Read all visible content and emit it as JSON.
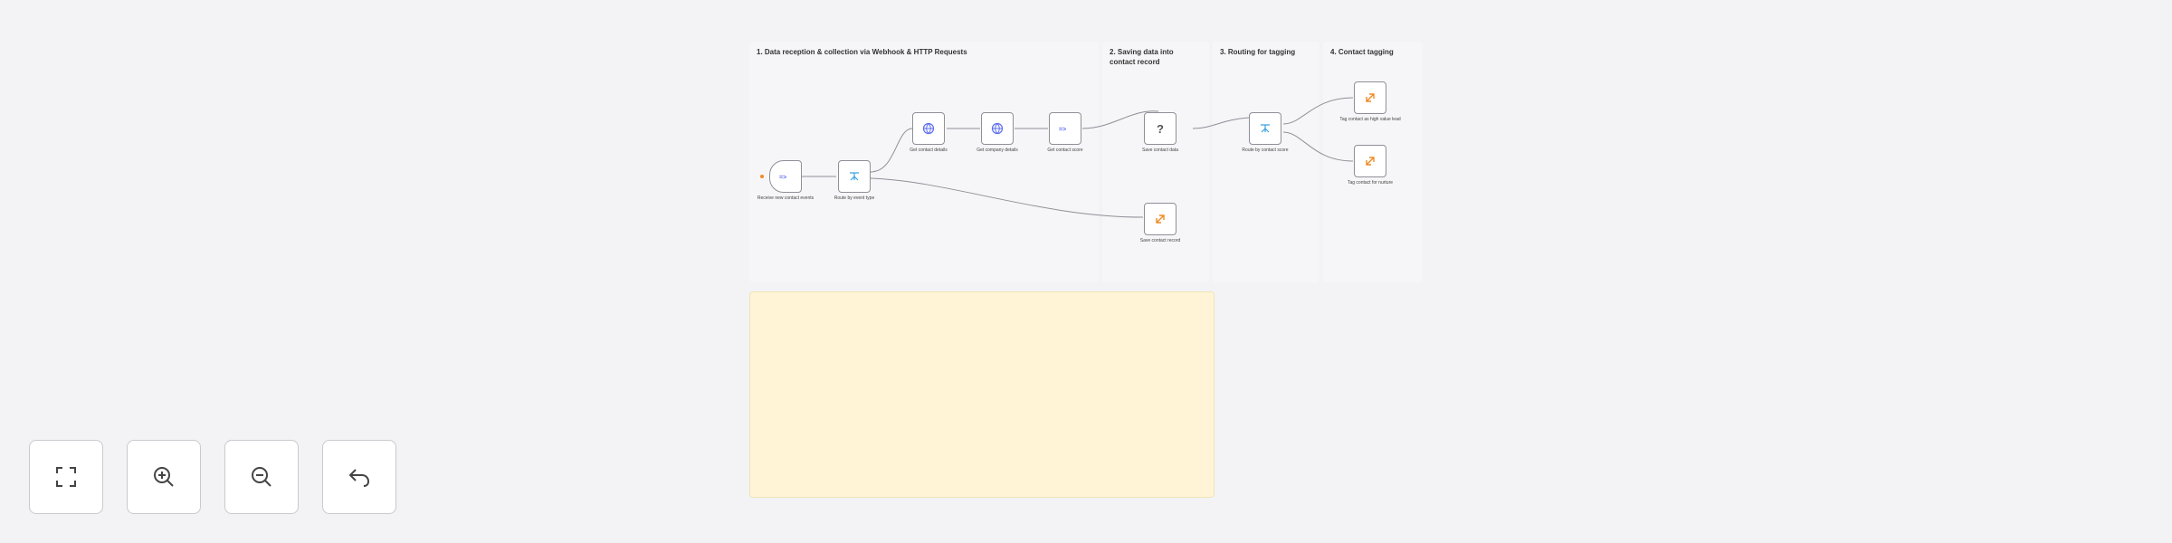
{
  "groups": [
    {
      "title": "1. Data reception & collection via Webhook & HTTP Requests"
    },
    {
      "title": "2. Saving data into contact record"
    },
    {
      "title": "3. Routing for tagging"
    },
    {
      "title": "4. Contact tagging"
    }
  ],
  "nodes": {
    "webhook": {
      "label": "Receive new contact events",
      "sub": "",
      "icon": "webhook-icon"
    },
    "route1": {
      "label": "Route by event type",
      "sub": "",
      "icon": "switch-icon"
    },
    "http1": {
      "label": "Get contact details",
      "sub": "",
      "icon": "globe-icon"
    },
    "http2": {
      "label": "Get company details",
      "sub": "",
      "icon": "globe-icon"
    },
    "code": {
      "label": "Get contact score",
      "sub": "",
      "icon": "code-icon"
    },
    "question": {
      "label": "Save contact data",
      "sub": "",
      "icon": "question-icon"
    },
    "save": {
      "label": "Save contact record",
      "sub": "",
      "icon": "bolt-icon"
    },
    "route2": {
      "label": "Route by contact score",
      "sub": "",
      "icon": "switch-icon"
    },
    "tag1": {
      "label": "Tag contact as high value lead",
      "sub": "",
      "icon": "bolt-icon"
    },
    "tag2": {
      "label": "Tag contact for nurture",
      "sub": "",
      "icon": "bolt-icon"
    }
  },
  "note": {
    "title": "",
    "sections": []
  },
  "controls": [
    {
      "name": "fit-view-button",
      "icon": "fit-icon"
    },
    {
      "name": "zoom-in-button",
      "icon": "zoom-in-icon"
    },
    {
      "name": "zoom-out-button",
      "icon": "zoom-out-icon"
    },
    {
      "name": "undo-button",
      "icon": "undo-icon"
    }
  ],
  "colors": {
    "canvas": "#f3f3f5",
    "note": "#fff5d6",
    "accent_blue": "#5b6cf0",
    "accent_orange": "#f08a24",
    "accent_cyan": "#3aa0e0"
  }
}
